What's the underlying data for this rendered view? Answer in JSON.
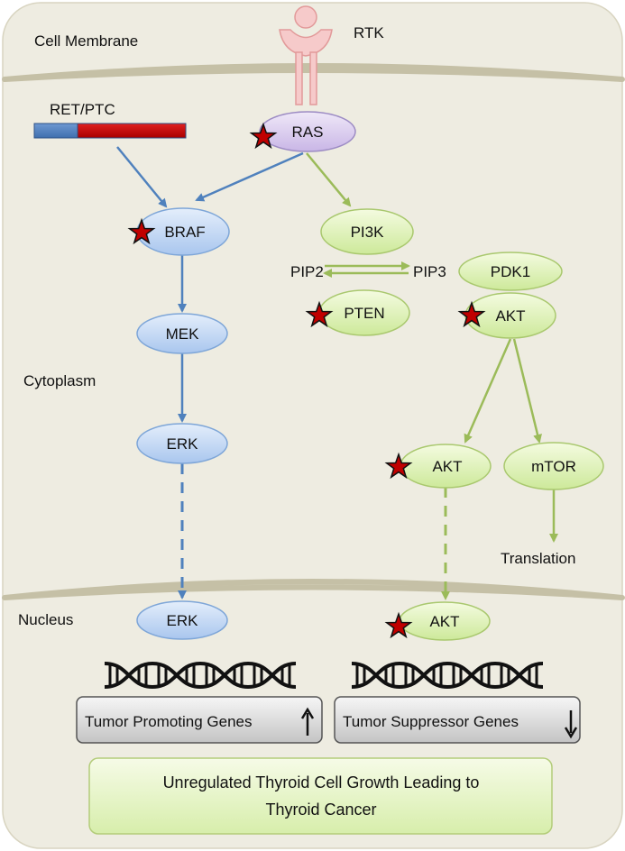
{
  "labels": {
    "cell_membrane": "Cell Membrane",
    "rtk": "RTK",
    "ret_ptc": "RET/PTC",
    "cytoplasm": "Cytoplasm",
    "nucleus": "Nucleus",
    "pip2": "PIP2",
    "pip3": "PIP3",
    "translation": "Translation"
  },
  "nodes": {
    "ras": "RAS",
    "braf": "BRAF",
    "mek": "MEK",
    "erk": "ERK",
    "erk_nucleus": "ERK",
    "pi3k": "PI3K",
    "pdk1": "PDK1",
    "pten": "PTEN",
    "akt": "AKT",
    "akt_lower": "AKT",
    "mtor": "mTOR",
    "akt_nucleus": "AKT"
  },
  "boxes": {
    "tumor_promoting": "Tumor Promoting Genes",
    "tumor_suppressor": "Tumor Suppressor Genes",
    "outcome_line1": "Unregulated Thyroid Cell Growth Leading to",
    "outcome_line2": "Thyroid Cancer"
  },
  "colors": {
    "blue_arrow": "#4f81bd",
    "green_arrow": "#9bbb59",
    "star": "#c00000",
    "cell_bg": "#eeece1",
    "membrane": "#ddd9c3",
    "ret_blue": "#4f81bd",
    "ret_red": "#c00000",
    "rtk_pink": "#f2a7a7"
  },
  "icons": {
    "mutation_marker": "star-icon",
    "dna": "dna-helix-icon",
    "up": "arrow-up-icon",
    "down": "arrow-down-icon"
  }
}
